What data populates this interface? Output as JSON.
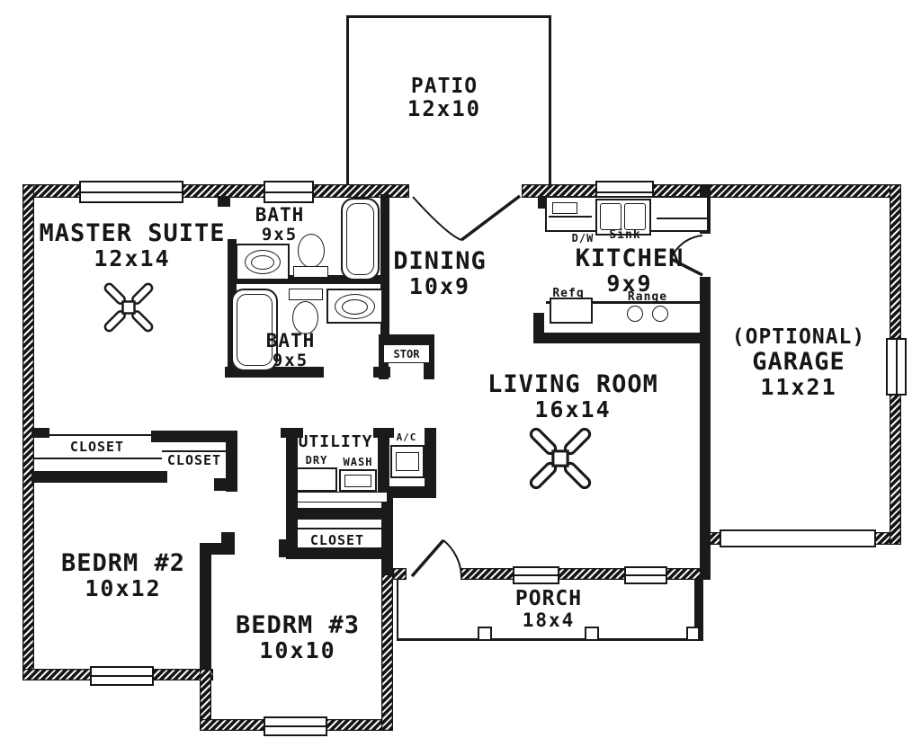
{
  "title": "House floor plan",
  "colors": {
    "ink": "#1a1a1a",
    "paper": "#ffffff"
  },
  "rooms": {
    "patio": {
      "name": "PATIO",
      "dims": "12x10"
    },
    "master": {
      "name": "MASTER SUITE",
      "dims": "12x14"
    },
    "bath1": {
      "name": "BATH",
      "dims": "9x5"
    },
    "bath2": {
      "name": "BATH",
      "dims": "9x5"
    },
    "dining": {
      "name": "DINING",
      "dims": "10x9"
    },
    "kitchen": {
      "name": "KITCHEN",
      "dims": "9x9"
    },
    "garage": {
      "prefix": "(OPTIONAL)",
      "name": "GARAGE",
      "dims": "11x21"
    },
    "living": {
      "name": "LIVING ROOM",
      "dims": "16x14"
    },
    "bedroom2": {
      "name": "BEDRM #2",
      "dims": "10x12"
    },
    "bedroom3": {
      "name": "BEDRM #3",
      "dims": "10x10"
    },
    "porch": {
      "name": "PORCH",
      "dims": "18x4"
    }
  },
  "labels": {
    "stor": "STOR",
    "closet_master": "CLOSET",
    "closet_hall": "CLOSET",
    "closet_bed3": "CLOSET",
    "utility": "UTILITY",
    "dryer": "DRY",
    "washer": "WASH",
    "ac": "A/C",
    "dishwasher": "D/W",
    "sink": "Sink",
    "refrigerator": "Refg",
    "range": "Range"
  }
}
